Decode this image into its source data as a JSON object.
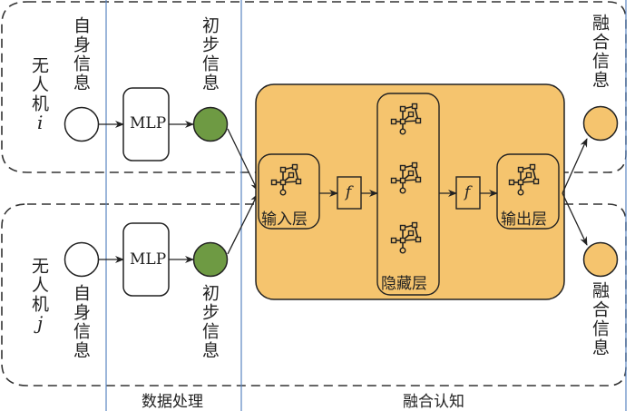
{
  "diagram": {
    "agents": [
      {
        "label_chars": "无人机",
        "index": "i",
        "own_info": "自身信息",
        "processor": "MLP",
        "preliminary_info": "初步信息",
        "fused_info": "融合信息"
      },
      {
        "label_chars": "无人机",
        "index": "j",
        "own_info": "自身信息",
        "processor": "MLP",
        "preliminary_info": "初步信息",
        "fused_info": "融合信息"
      }
    ],
    "fusion_block": {
      "input_layer": "输入层",
      "hidden_layer": "隐藏层",
      "output_layer": "输出层",
      "activation_symbol": "f"
    },
    "stages": [
      {
        "label": "数据处理"
      },
      {
        "label": "融合认知"
      }
    ],
    "colors": {
      "fusion_bg": "#f5c46e",
      "preliminary_node": "#6e9a43",
      "fused_node": "#f5c46e",
      "divider": "#5b86c2",
      "stroke": "#222222"
    }
  }
}
